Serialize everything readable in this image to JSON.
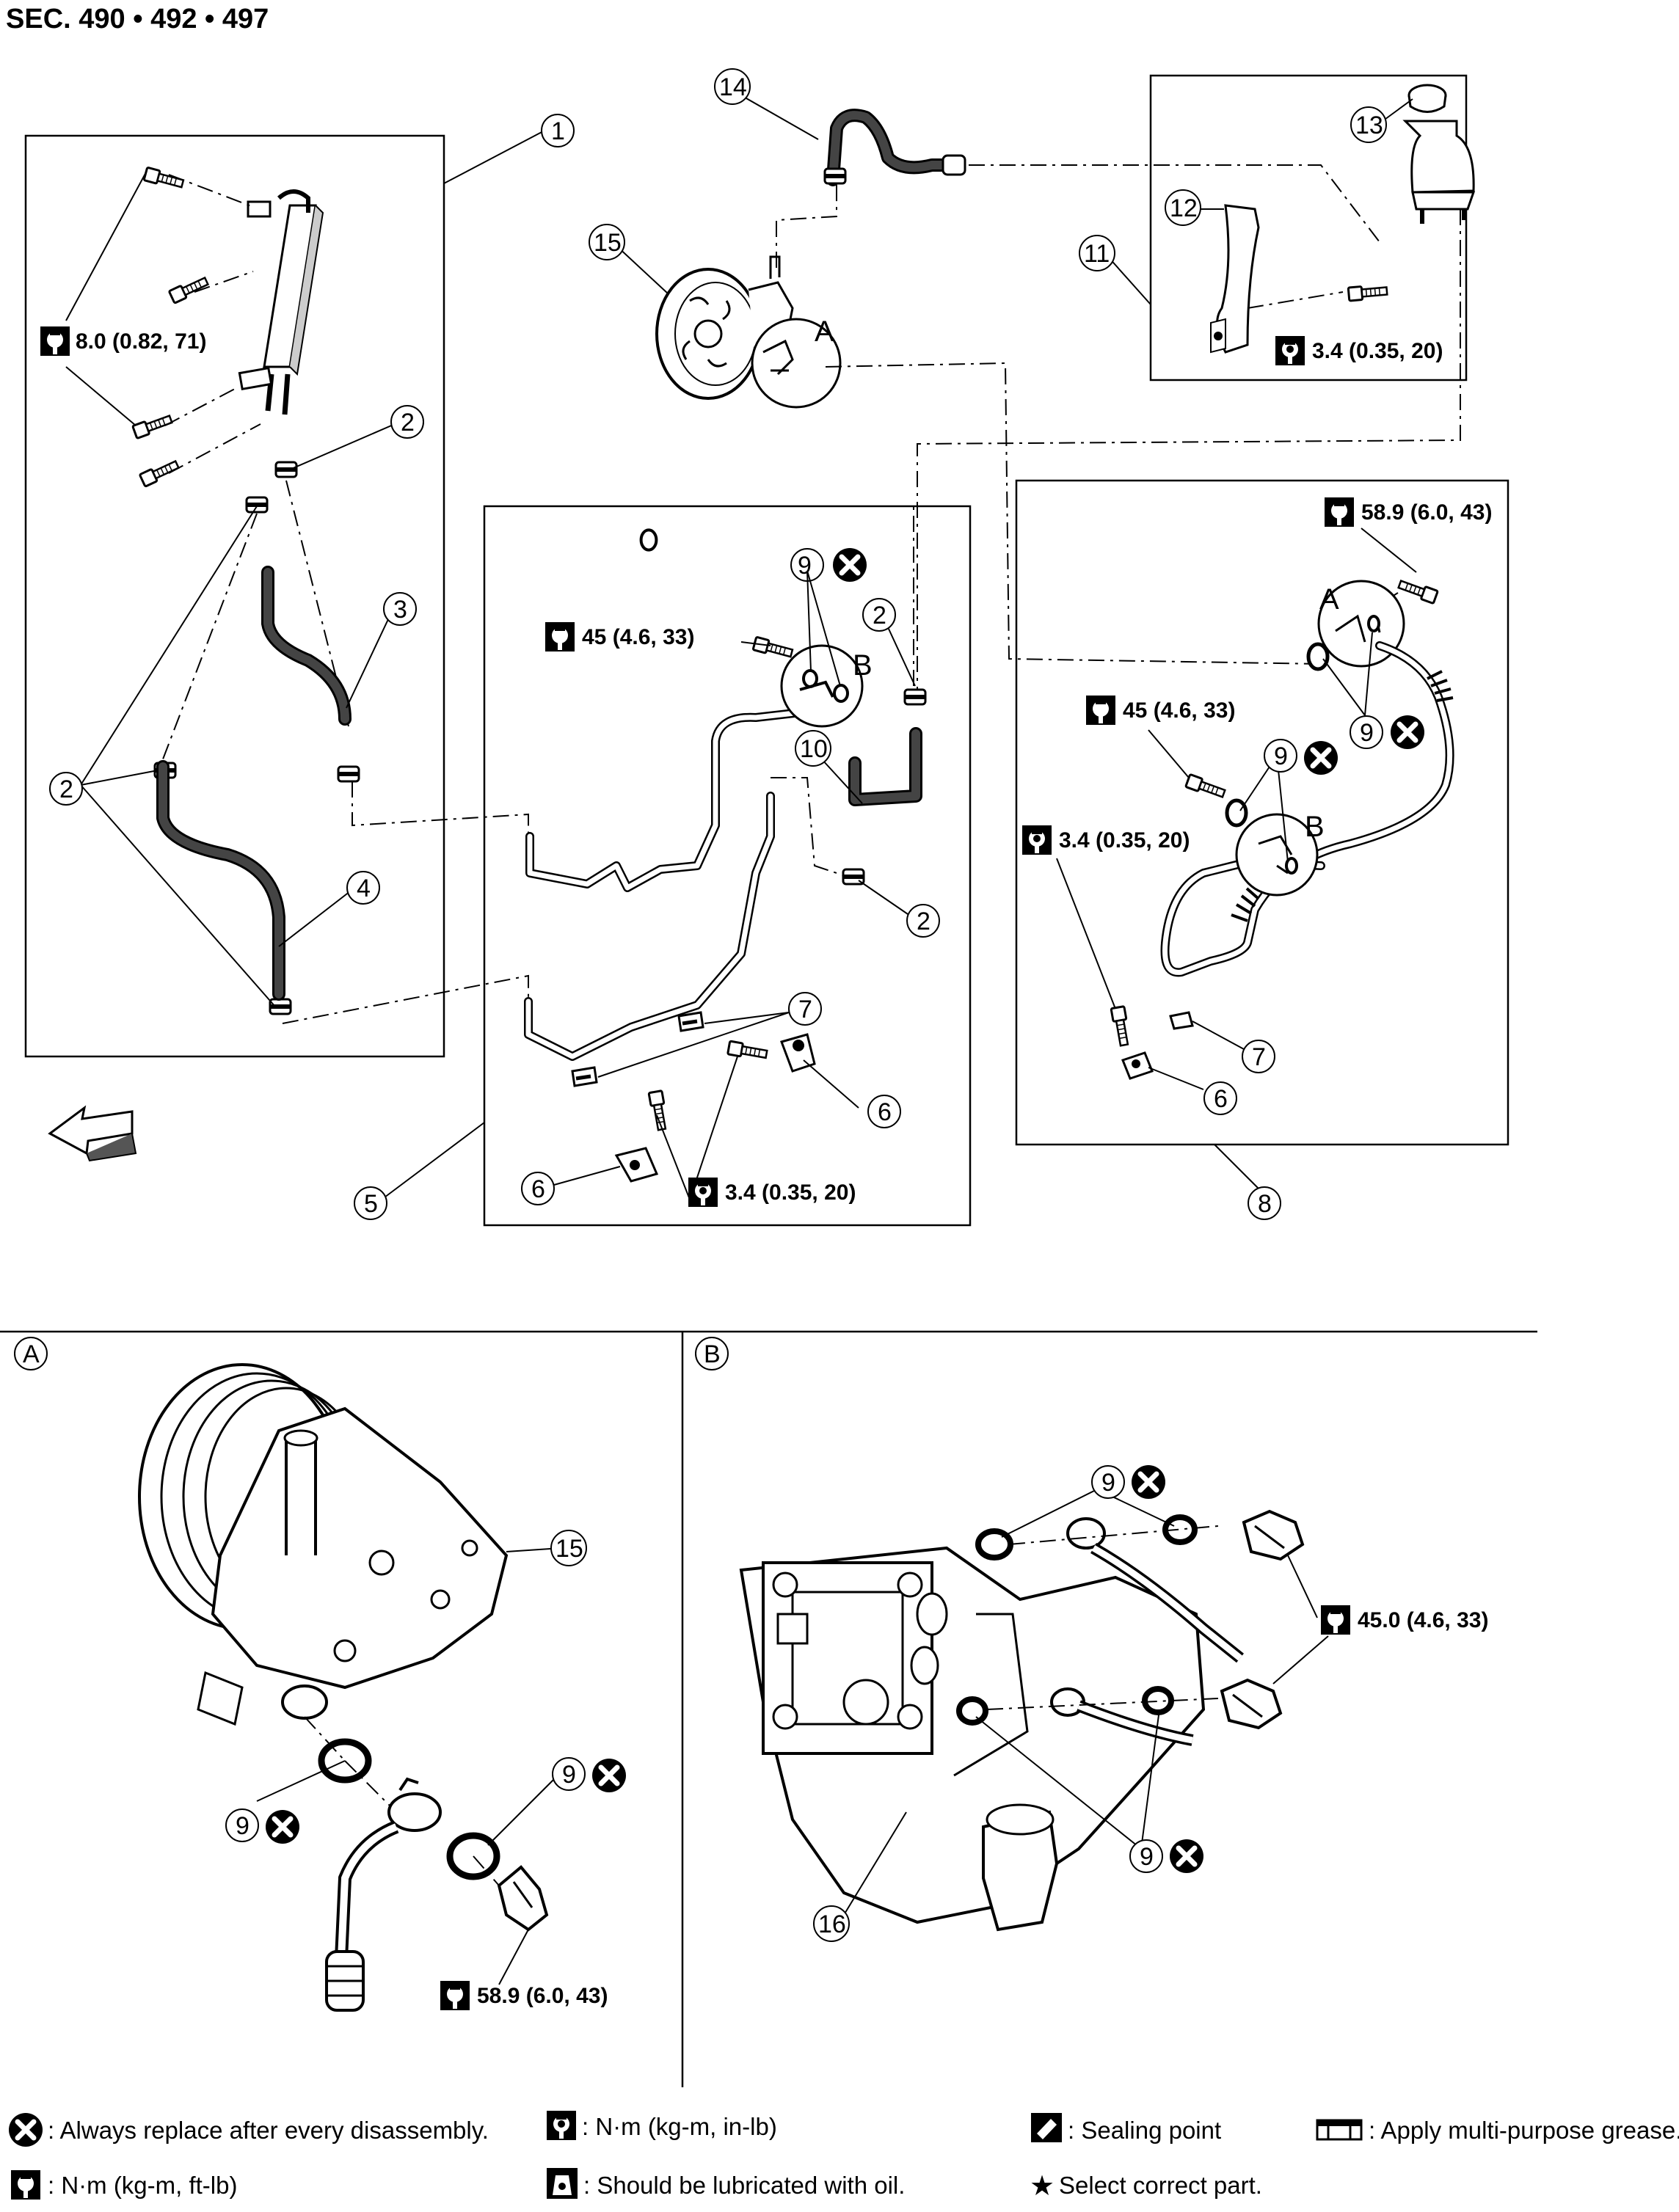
{
  "header": {
    "section": "SEC. 490 • 492 • 497"
  },
  "callouts": [
    "1",
    "2",
    "3",
    "4",
    "5",
    "6",
    "7",
    "8",
    "9",
    "10",
    "11",
    "12",
    "13",
    "14",
    "15",
    "16"
  ],
  "torque_specs": {
    "t1": "8.0 (0.82, 71)",
    "t2": "45 (4.6, 33)",
    "t3": "3.4 (0.35, 20)",
    "t4": "58.9 (6.0, 43)",
    "t5": "45.0 (4.6, 33)"
  },
  "detail_letters": {
    "a": "A",
    "b": "B"
  },
  "legend": {
    "replace": ": Always replace after every disassembly.",
    "nm_inlb": ": N·m (kg-m, in-lb)",
    "sealing": ": Sealing point",
    "grease": ": Apply multi-purpose grease.",
    "nm_ftlb": ": N·m (kg-m, ft-lb)",
    "oil": ": Should be lubricated with oil.",
    "select": "Select correct part."
  },
  "colors": {
    "ink": "#000000",
    "paper": "#ffffff"
  }
}
